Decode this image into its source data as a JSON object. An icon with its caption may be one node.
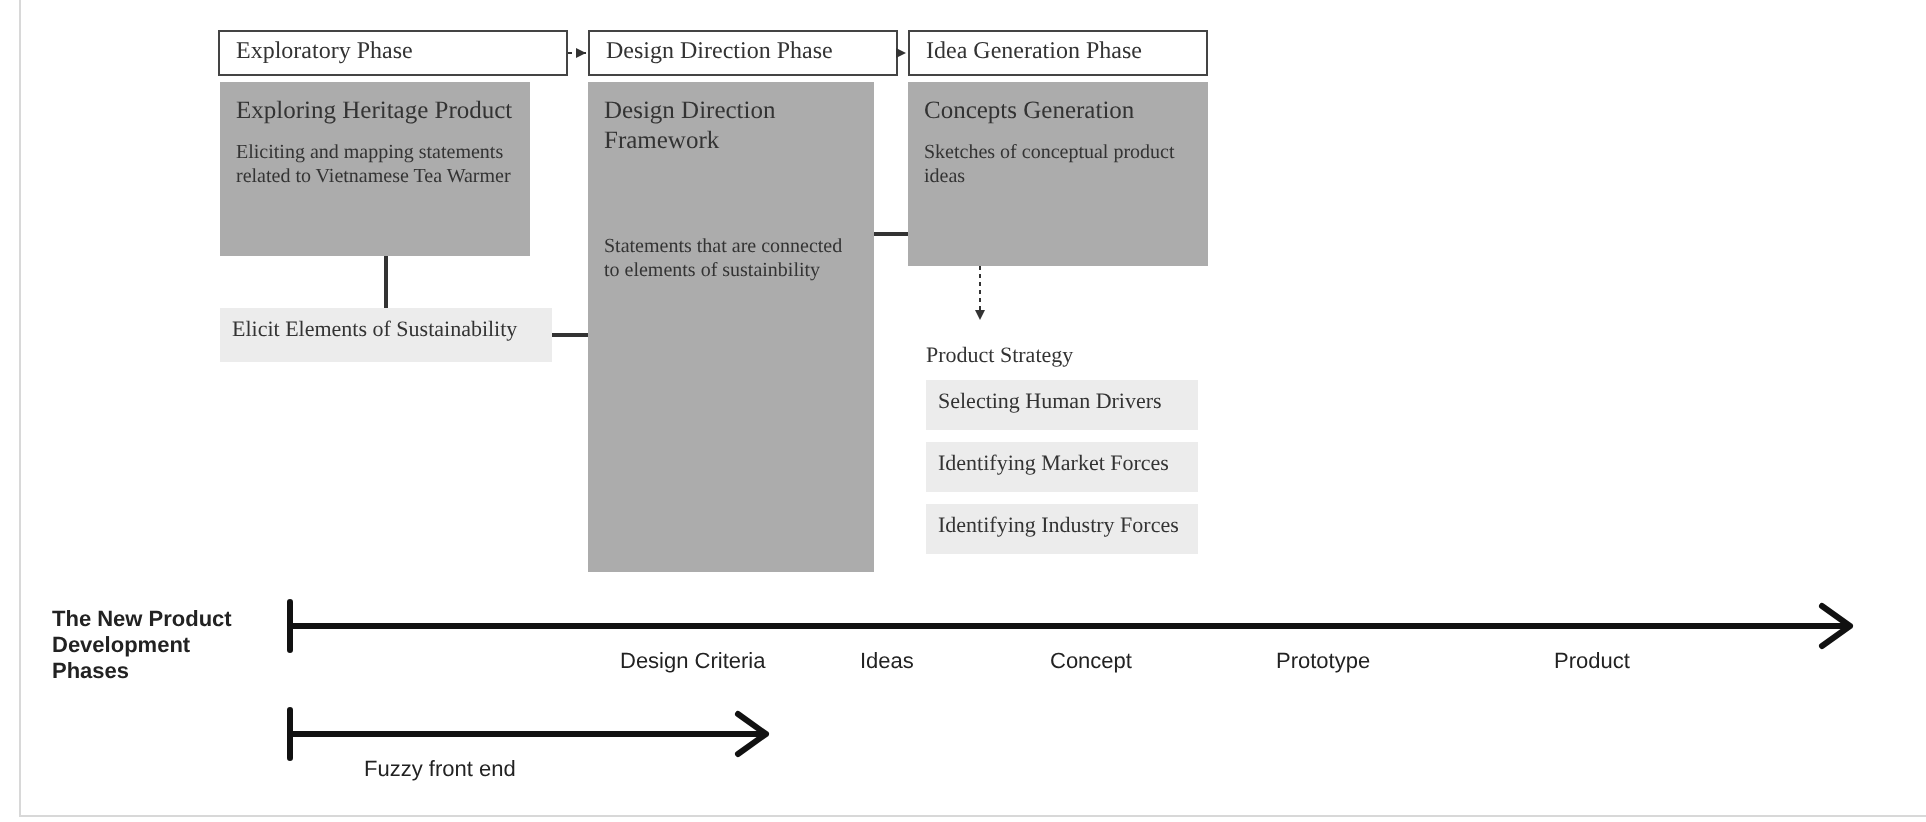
{
  "diagram": {
    "nodes": [
      {
        "text": [
          "Exploratory Phase"
        ]
      },
      {
        "text": [
          "Design Direction Phase"
        ]
      },
      {
        "text": [
          "Idea Generation Phase"
        ]
      },
      {
        "text": [
          "Exploring Heritage Product",
          "Eliciting and mapping statements related to Vietnamese Tea Warmer"
        ]
      },
      {
        "text": [
          "Elicit Elements of Sustainability"
        ]
      },
      {
        "text": [
          "Design Direction Framework",
          "Statements that are connected to elements of sustainbility"
        ]
      },
      {
        "text": [
          "Concepts Generation",
          "Sketches of conceptual product ideas"
        ]
      },
      {
        "text": [
          "Product Strategy"
        ]
      },
      {
        "text": [
          "Selecting Human Drivers"
        ]
      },
      {
        "text": [
          "Identifying Market Forces"
        ]
      },
      {
        "text": [
          "Identifying Industry Forces"
        ]
      }
    ],
    "edges": [
      {
        "from": 0,
        "to": 1,
        "arrow": "to",
        "style": "dashed"
      },
      {
        "from": 1,
        "to": 2,
        "arrow": "to",
        "style": "dashed"
      },
      {
        "from": 3,
        "to": 4,
        "arrow": "none"
      },
      {
        "from": 4,
        "to": 5,
        "arrow": "none"
      },
      {
        "from": 5,
        "to": 6,
        "arrow": "none"
      },
      {
        "from": 6,
        "to": 7,
        "arrow": "to",
        "style": "dashed"
      }
    ],
    "labels": [
      "The New Product Development Phases",
      "Design Criteria",
      "Ideas",
      "Concept",
      "Prototype",
      "Product",
      "Fuzzy front end"
    ]
  }
}
